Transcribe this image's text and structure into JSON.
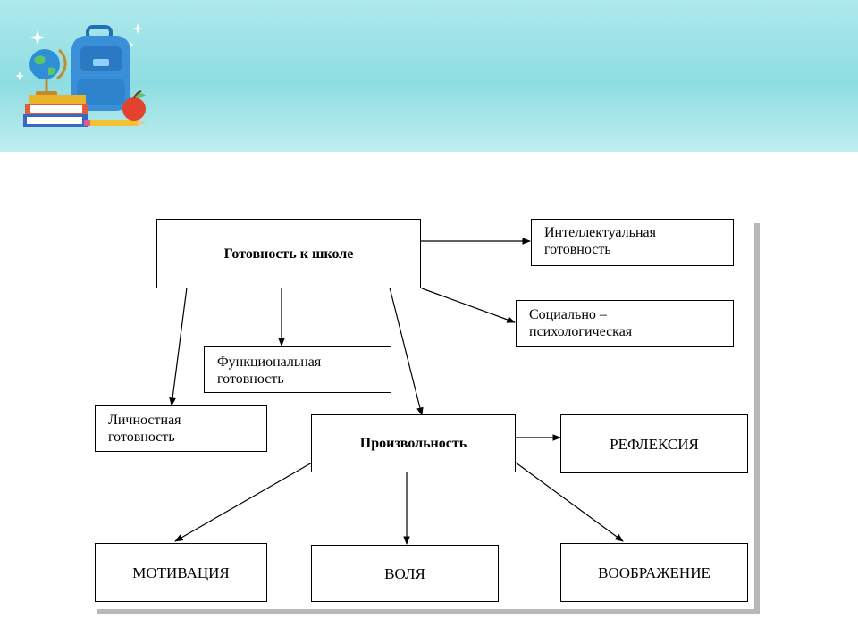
{
  "diagram": {
    "root": "Готовность к школе",
    "intellectual": "Интеллектуальная\nготовность",
    "social": "Социально –\nпсихологическая",
    "functional": "Функциональная\nготовность",
    "personal": "Личностная\nготовность",
    "volition": "Произвольность",
    "reflection": "РЕФЛЕКСИЯ",
    "motivation": "МОТИВАЦИЯ",
    "will": "ВОЛЯ",
    "imagination": "ВООБРАЖЕНИЕ"
  },
  "colors": {
    "header_band": "#9fe3e7",
    "box_border": "#000000",
    "shadow": "#b8b8b8"
  }
}
